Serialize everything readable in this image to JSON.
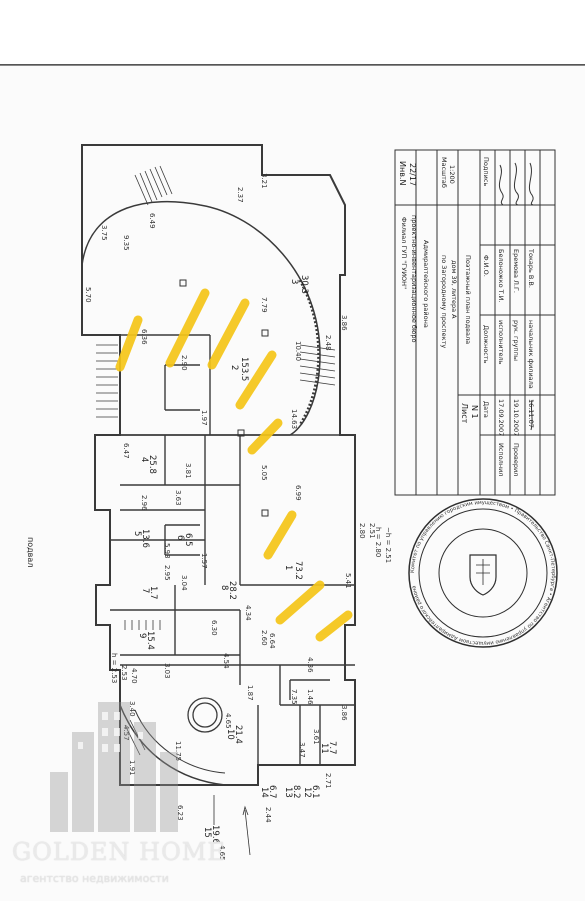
{
  "floor_label": "подвал",
  "title_block": {
    "org_line1": "Филиал ГУП \"ГУИОН\"",
    "org_line2": "проектно-инвентаризационное бюро",
    "org_line3": "Адмиралтейского района",
    "inv_label": "Инв.N",
    "inv_value": "22/17",
    "address_line1": "по Загородному проспекту",
    "address_line2": "дом 39, литера А",
    "sheet_title": "Поэтажный план подвала",
    "scale_label": "Масштаб",
    "scale_value": "1:200",
    "sheet_label": "Лист",
    "sheet_value": "N 1",
    "col_date": "Дата",
    "col_position": "Должность",
    "col_name": "Ф.И.О.",
    "col_sign": "Подпись",
    "rows": [
      {
        "action": "Исполнил",
        "date": "17.09.2007",
        "position": "исполнитель",
        "name": "Белоножко Т.И."
      },
      {
        "action": "Проверил",
        "date": "19.10.2007",
        "position": "рук. группы",
        "name": "Еремова Л.Г."
      },
      {
        "action": "",
        "date": "16.11.07",
        "position": "начальник филиала",
        "name": "Токарь В.В."
      }
    ]
  },
  "stamp": {
    "ring_text": "Комитет по управлению городским имуществом • Правительство Санкт-Петербурга • Агентство по управлению имуществом Адмиралтейского района"
  },
  "rooms": [
    {
      "no": "2",
      "area": "153.5"
    },
    {
      "no": "3",
      "area": "30.3"
    },
    {
      "no": "1",
      "area": "73.2"
    },
    {
      "no": "4",
      "area": "25.8"
    },
    {
      "no": "5",
      "area": "13.6"
    },
    {
      "no": "6",
      "area": "6.5"
    },
    {
      "no": "7",
      "area": "1.7"
    },
    {
      "no": "8",
      "area": "28.2"
    },
    {
      "no": "9",
      "area": "15.4"
    },
    {
      "no": "10",
      "area": "21.4"
    },
    {
      "no": "11",
      "area": "7.7"
    },
    {
      "no": "12",
      "area": "6.1"
    },
    {
      "no": "13",
      "area": "8.2"
    },
    {
      "no": "14",
      "area": "6.7"
    },
    {
      "no": "15",
      "area": "19.6"
    }
  ],
  "dims": [
    "3.21",
    "2.37",
    "6.49",
    "3.75",
    "9.35",
    "5.70",
    "3.86",
    "2.48",
    "10.40",
    "7.79",
    "14.63",
    "6.36",
    "2.90",
    "1.97",
    "6.47",
    "3.81",
    "2.96",
    "1.57",
    "2.80",
    "2.51",
    "6.99",
    "5.05",
    "3.63",
    "3.04",
    "2.95",
    "5.93",
    "5.41",
    "4.34",
    "2.60",
    "4.54",
    "2.53",
    "4.70",
    "3.40",
    "7.35",
    "1.46",
    "11.75",
    "4.65",
    "3.61",
    "3.47",
    "2.44",
    "4.57",
    "1.91",
    "6.23",
    "4.65",
    "1.87",
    "3.86",
    "3.03",
    "6.30",
    "4.36",
    "6.64",
    "2.71"
  ],
  "heights": [
    "h = 2.80",
    "~h = 2.51",
    "h = 2.53"
  ],
  "watermark": {
    "name": "GOLDEN HOME",
    "sub": "агентство недвижимости"
  },
  "colors": {
    "paper": "#fbfbfb",
    "line": "#3a3a3a",
    "highlight": "#f5c518",
    "stamp": "#2f2f2f"
  }
}
